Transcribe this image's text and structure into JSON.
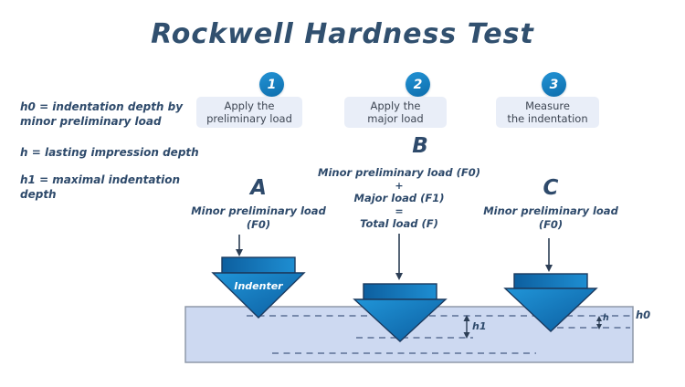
{
  "title": "Rockwell Hardness Test",
  "legend": {
    "item1": "h0 = indentation depth by minor preliminary load",
    "item2": "h = lasting impression depth",
    "item3": "h1 = maximal indentation depth"
  },
  "steps": [
    {
      "number": "1",
      "line1": "Apply the",
      "line2": "preliminary load"
    },
    {
      "number": "2",
      "line1": "Apply the",
      "line2": "major load"
    },
    {
      "number": "3",
      "line1": "Measure",
      "line2": "the indentation"
    }
  ],
  "stages": {
    "a": {
      "letter": "A",
      "lines": [
        "Minor preliminary load",
        "(F0)"
      ]
    },
    "b": {
      "letter": "B",
      "lines": [
        "Minor preliminary load (F0)",
        "+",
        "Major load (F1)",
        "=",
        "Total load (F)"
      ]
    },
    "c": {
      "letter": "C",
      "lines": [
        "Minor preliminary load",
        "(F0)"
      ]
    }
  },
  "diagram": {
    "indenter_label": "Indenter",
    "h0_label": "h0",
    "h_label": "h",
    "h1_label": "h1"
  },
  "colors": {
    "title_text": "#31506f",
    "handwriting_text": "#2e4a6b",
    "step_circle": "#1581c2",
    "step_box_bg": "#e9eef8",
    "step_box_text": "#3e4653",
    "indenter_fill_dark": "#0c5d9f",
    "indenter_fill_light": "#2095d8",
    "indenter_stroke": "#1b3a5f",
    "block_fill": "#cdd9f1",
    "block_stroke": "#8f99a9",
    "dashed_line": "#5d7095",
    "arrow": "#2c3e55"
  }
}
